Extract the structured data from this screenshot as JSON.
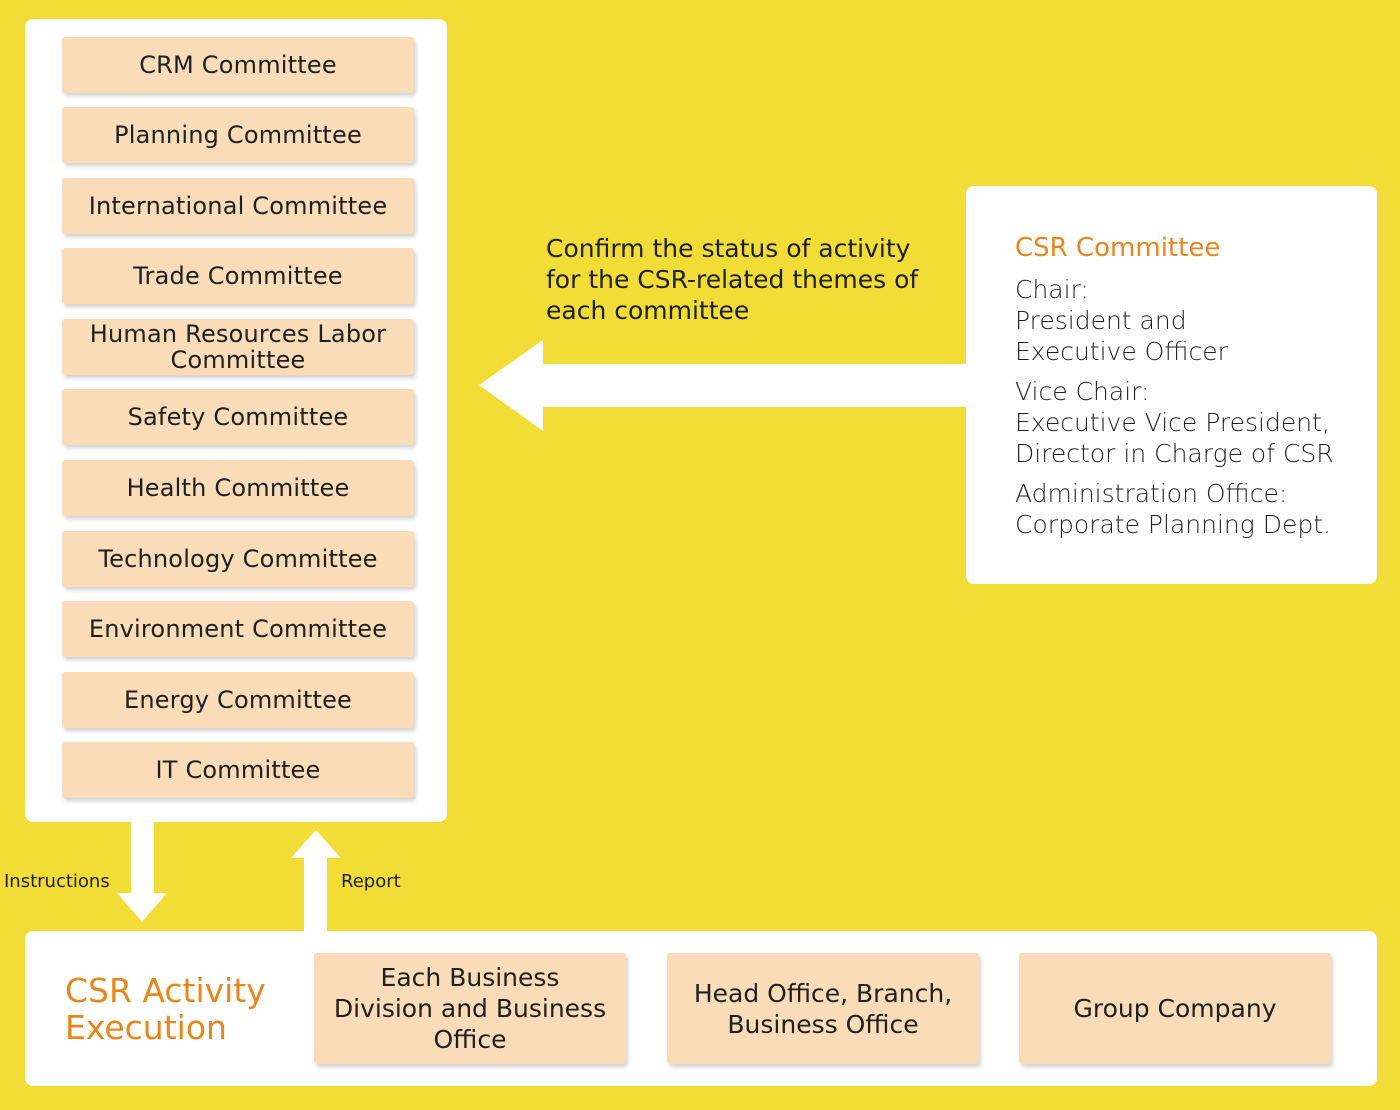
{
  "committees": [
    "CRM Committee",
    "Planning Committee",
    "International Committee",
    "Trade Committee",
    "Human Resources Labor Committee",
    "Safety Committee",
    "Health Committee",
    "Technology Committee",
    "Environment Committee",
    "Energy Committee",
    "IT Committee"
  ],
  "csr_committee": {
    "title": "CSR Committee",
    "chair_label": "Chair:",
    "chair_value": "President and Executive Officer",
    "vice_chair_label": "Vice Chair:",
    "vice_chair_value_1": "Executive Vice President,",
    "vice_chair_value_2": "Director in Charge of CSR",
    "admin_label": "Administration Office:",
    "admin_value": "Corporate Planning Dept."
  },
  "confirm_text": "Confirm the status of activity for the CSR-related themes of each committee",
  "labels": {
    "instructions": "Instructions",
    "report": "Report"
  },
  "execution": {
    "title": "CSR Activity Execution",
    "units": [
      "Each Business Division and Business Office",
      "Head Office, Branch, Business Office",
      "Group Company"
    ]
  },
  "colors": {
    "background": "#f2dc36",
    "box_fill": "#fbdcb8",
    "accent": "#e8861c",
    "panel": "#ffffff"
  }
}
